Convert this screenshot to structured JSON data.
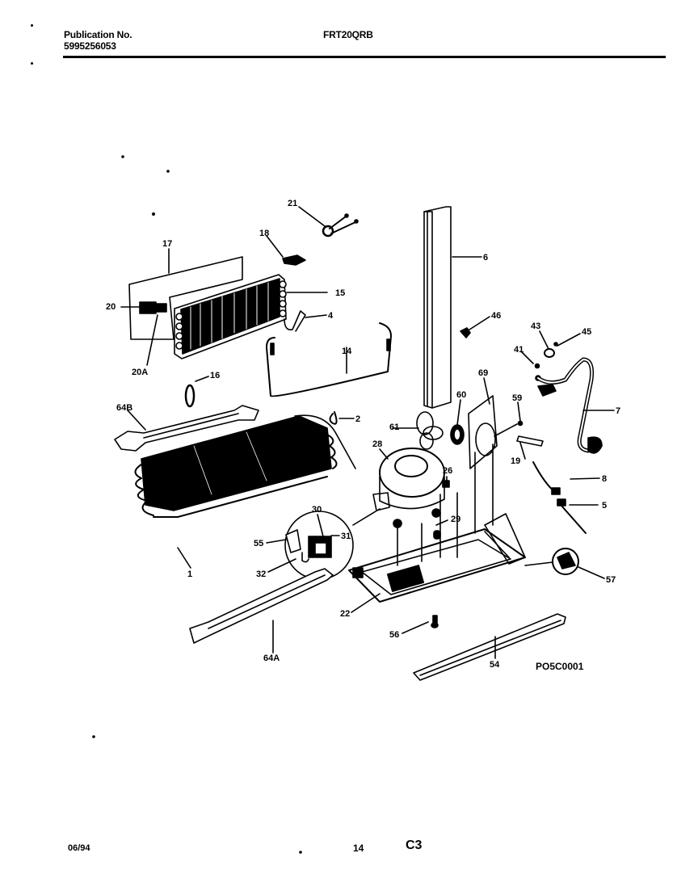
{
  "header": {
    "publication_label": "Publication No.",
    "publication_number": "5995256053",
    "model": "FRT20QRB"
  },
  "footer": {
    "date": "06/94",
    "page": "14",
    "section": "C3"
  },
  "diagram": {
    "figure_code": "PO5C0001",
    "callouts": {
      "c21": "21",
      "c18": "18",
      "c17": "17",
      "c15": "15",
      "c20": "20",
      "c4": "4",
      "c20a": "20A",
      "c14": "14",
      "c16": "16",
      "c6": "6",
      "c46": "46",
      "c43": "43",
      "c45": "45",
      "c41": "41",
      "c7": "7",
      "c64b": "64B",
      "c2": "2",
      "c61": "61",
      "c60": "60",
      "c69": "69",
      "c59": "59",
      "c19": "19",
      "c28": "28",
      "c26": "26",
      "c8": "8",
      "c5": "5",
      "c29": "29",
      "c30": "30",
      "c31": "31",
      "c55": "55",
      "c1": "1",
      "c32": "32",
      "c57": "57",
      "c22": "22",
      "c56": "56",
      "c64a": "64A",
      "c54": "54"
    }
  }
}
